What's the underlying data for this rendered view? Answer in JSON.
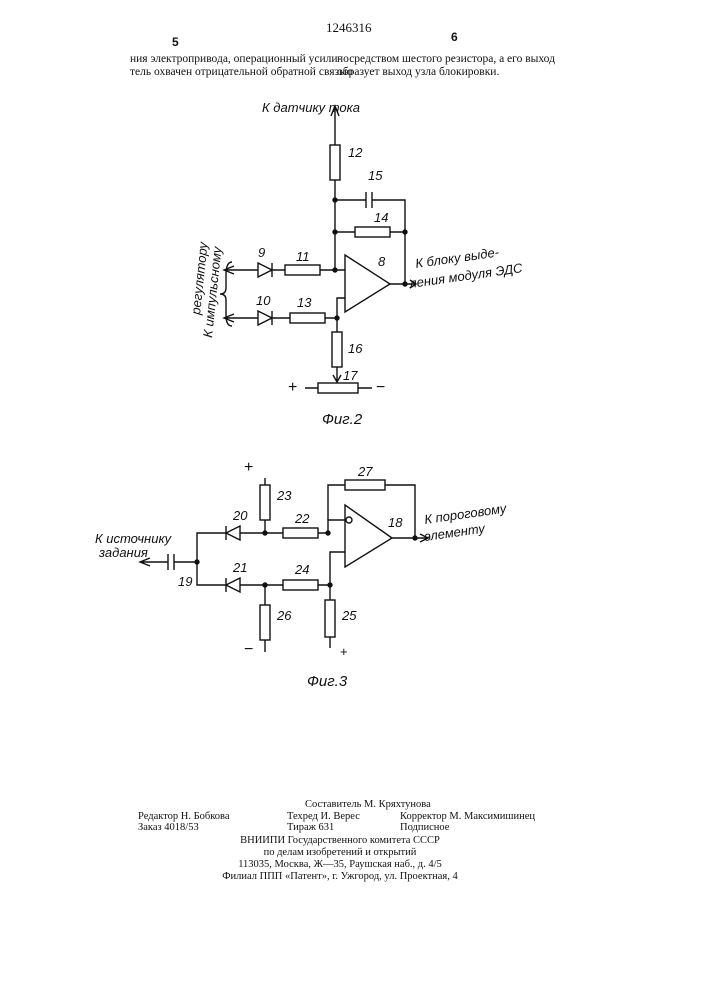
{
  "header": {
    "patent_number": "1246316",
    "col_left": "5",
    "col_right": "6"
  },
  "text": {
    "left_lines": [
      "ния электропривода, операционный усили-",
      "тель охвачен отрицательной обратной связью"
    ],
    "right_lines": [
      "посредством шестого резистора, а его выход",
      "образует выход узла блокировки."
    ]
  },
  "fig2": {
    "caption": "Фиг.2",
    "top_label": "К датчику тока",
    "output_label": [
      "К блоку выде-",
      "ления модуля ЭДС"
    ],
    "input_label": [
      "К импульсному",
      "регулятору"
    ],
    "refs": {
      "r12": "12",
      "c15": "15",
      "r14": "14",
      "amp8": "8",
      "r11": "11",
      "d9": "9",
      "r13": "13",
      "d10": "10",
      "r16": "16",
      "p17": "17"
    },
    "plus": "+",
    "minus": "−"
  },
  "fig3": {
    "caption": "Фиг.3",
    "output_label": [
      "К пороговому",
      "элементу"
    ],
    "input_label": [
      "К источнику",
      "задания"
    ],
    "refs": {
      "r27": "27",
      "amp18": "18",
      "r23": "23",
      "d20": "20",
      "r22": "22",
      "c19": "19",
      "d21": "21",
      "r24": "24",
      "r26": "26",
      "r25": "25"
    },
    "plus_top": "+",
    "minus_bottom": "−",
    "plus_bottom": "+"
  },
  "footer": {
    "compiler": "Составитель М. Кряхтунова",
    "editor": "Редактор Н. Бобкова",
    "techred": "Техред И. Верес",
    "corrector": "Корректор М.   Максимишинец",
    "order": "Заказ 4018/53",
    "circulation": "Тираж 631",
    "subscription": "Подписное",
    "org_lines": [
      "ВНИИПИ  Государственного  комитета  СССР",
      "по  делам  изобретений  и  открытий",
      "113035,  Москва,  Ж—35,  Раушская  наб.,  д.  4/5",
      "Филиал  ППП  «Патент»,  г.  Ужгород,  ул.  Проектная,  4"
    ]
  }
}
